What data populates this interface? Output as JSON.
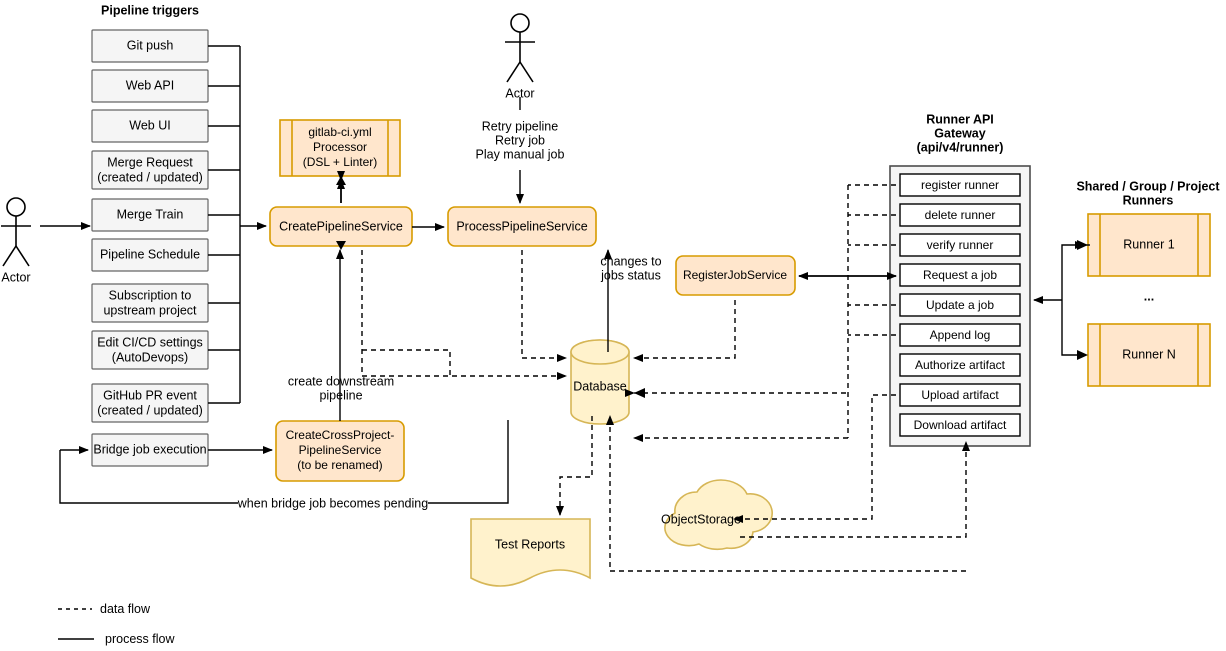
{
  "diagram": {
    "title": "GitLab CI pipeline architecture",
    "colors": {
      "service_fill": "#ffe6cc",
      "service_stroke": "#d79b00",
      "store_fill": "#fff2cc",
      "store_stroke": "#d6b656",
      "trigger_fill": "#f5f5f5",
      "trigger_stroke": "#666666",
      "gateway_fill": "#f5f5f5",
      "gateway_stroke": "#4d4d4d"
    }
  },
  "triggers": {
    "heading": "Pipeline triggers",
    "items": [
      {
        "label": "Git push"
      },
      {
        "label": "Web API"
      },
      {
        "label": "Web UI"
      },
      {
        "label": "Merge Request",
        "label2": "(created / updated)"
      },
      {
        "label": "Merge Train"
      },
      {
        "label": "Pipeline Schedule"
      },
      {
        "label": "Subscription to",
        "label2": "upstream project"
      },
      {
        "label": "Edit CI/CD settings",
        "label2": "(AutoDevops)"
      },
      {
        "label": "GitHub PR event",
        "label2": "(created / updated)"
      },
      {
        "label": "Bridge job execution"
      }
    ]
  },
  "actors": {
    "left_label": "Actor",
    "top_label": "Actor"
  },
  "services": {
    "processor": {
      "line1": "gitlab-ci.yml",
      "line2": "Processor",
      "line3": "(DSL + Linter)"
    },
    "create_pipeline": {
      "label": "CreatePipelineService"
    },
    "process_pipeline": {
      "label": "ProcessPipelineService"
    },
    "register_job": {
      "label": "RegisterJobService"
    },
    "cross_project": {
      "line1": "CreateCrossProject-",
      "line2": "PipelineService",
      "line3": "(to be renamed)"
    }
  },
  "stores": {
    "database": {
      "label": "Database"
    },
    "test_reports": {
      "label": "Test Reports"
    },
    "object_storage": {
      "label": "ObjectStorage"
    }
  },
  "gateway": {
    "title_line1": "Runner API",
    "title_line2": "Gateway",
    "title_line3": "(api/v4/runner)",
    "endpoints": [
      {
        "label": "register runner"
      },
      {
        "label": "delete runner"
      },
      {
        "label": "verify runner"
      },
      {
        "label": "Request a job"
      },
      {
        "label": "Update a job"
      },
      {
        "label": "Append log"
      },
      {
        "label": "Authorize artifact"
      },
      {
        "label": "Upload artifact"
      },
      {
        "label": "Download artifact"
      }
    ]
  },
  "runners": {
    "title_line1": "Shared / Group / Project",
    "title_line2": "Runners",
    "items": [
      {
        "label": "Runner 1"
      },
      {
        "label": "Runner N"
      }
    ],
    "ellipsis": "..."
  },
  "annotations": {
    "retry_1": "Retry pipeline",
    "retry_2": "Retry job",
    "retry_3": "Play manual job",
    "changes_1": "changes to",
    "changes_2": "jobs status",
    "downstream_1": "create downstream",
    "downstream_2": "pipeline",
    "bridge_pending": "when bridge job becomes pending"
  },
  "legend": {
    "data_flow": "data flow",
    "process_flow": "process flow"
  }
}
